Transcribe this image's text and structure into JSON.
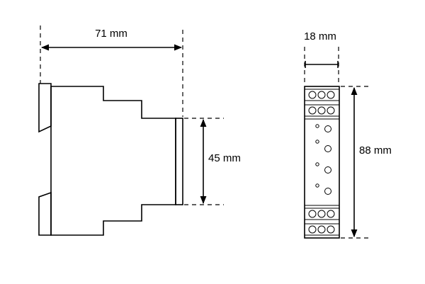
{
  "side_view": {
    "width_label": "71 mm",
    "height_label": "45 mm"
  },
  "front_view": {
    "width_label": "18 mm",
    "height_label": "88 mm"
  }
}
